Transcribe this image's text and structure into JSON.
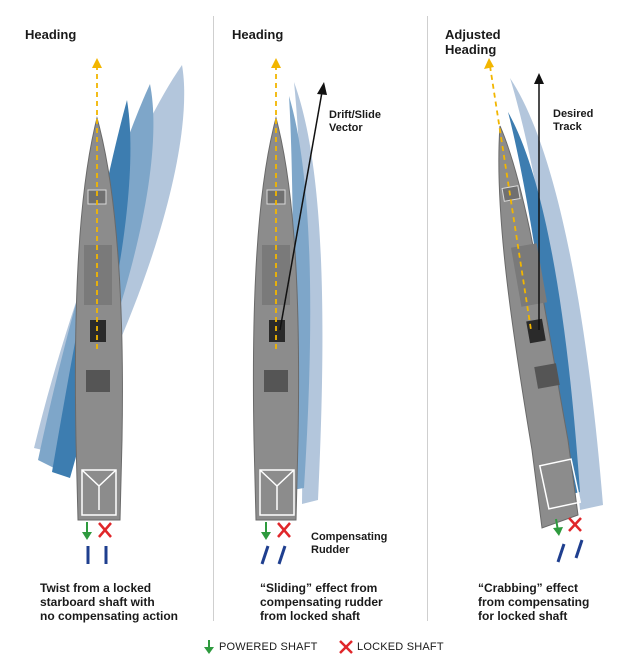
{
  "panels": [
    {
      "heading": "Heading",
      "side_label": "",
      "side_label2": "",
      "caption": [
        "Twist from a locked",
        "starboard shaft with",
        "no compensating action"
      ]
    },
    {
      "heading": "Heading",
      "side_label": "Drift/Slide\nVector",
      "side_label2": "Compensating\nRudder",
      "caption": [
        "“Sliding” effect from",
        "compensating rudder",
        "from locked shaft"
      ]
    },
    {
      "heading": "Adjusted\nHeading",
      "side_label": "Desired\nTrack",
      "side_label2": "",
      "caption": [
        "“Crabbing” effect",
        "from compensating",
        "for locked shaft"
      ]
    }
  ],
  "legend": {
    "powered": "POWERED SHAFT",
    "locked": "LOCKED SHAFT",
    "powered_icon": "down-arrow-icon",
    "locked_icon": "x-mark-icon"
  },
  "colors": {
    "ghost_light": "#b3c6dc",
    "ghost_mid": "#7ea6c9",
    "ghost_dark": "#3d7db0",
    "hull": "#8c8c8c",
    "heading_line": "#f2b600",
    "powered": "#2e9a3e",
    "locked": "#e0262a",
    "shaft": "#1f3f8f"
  }
}
